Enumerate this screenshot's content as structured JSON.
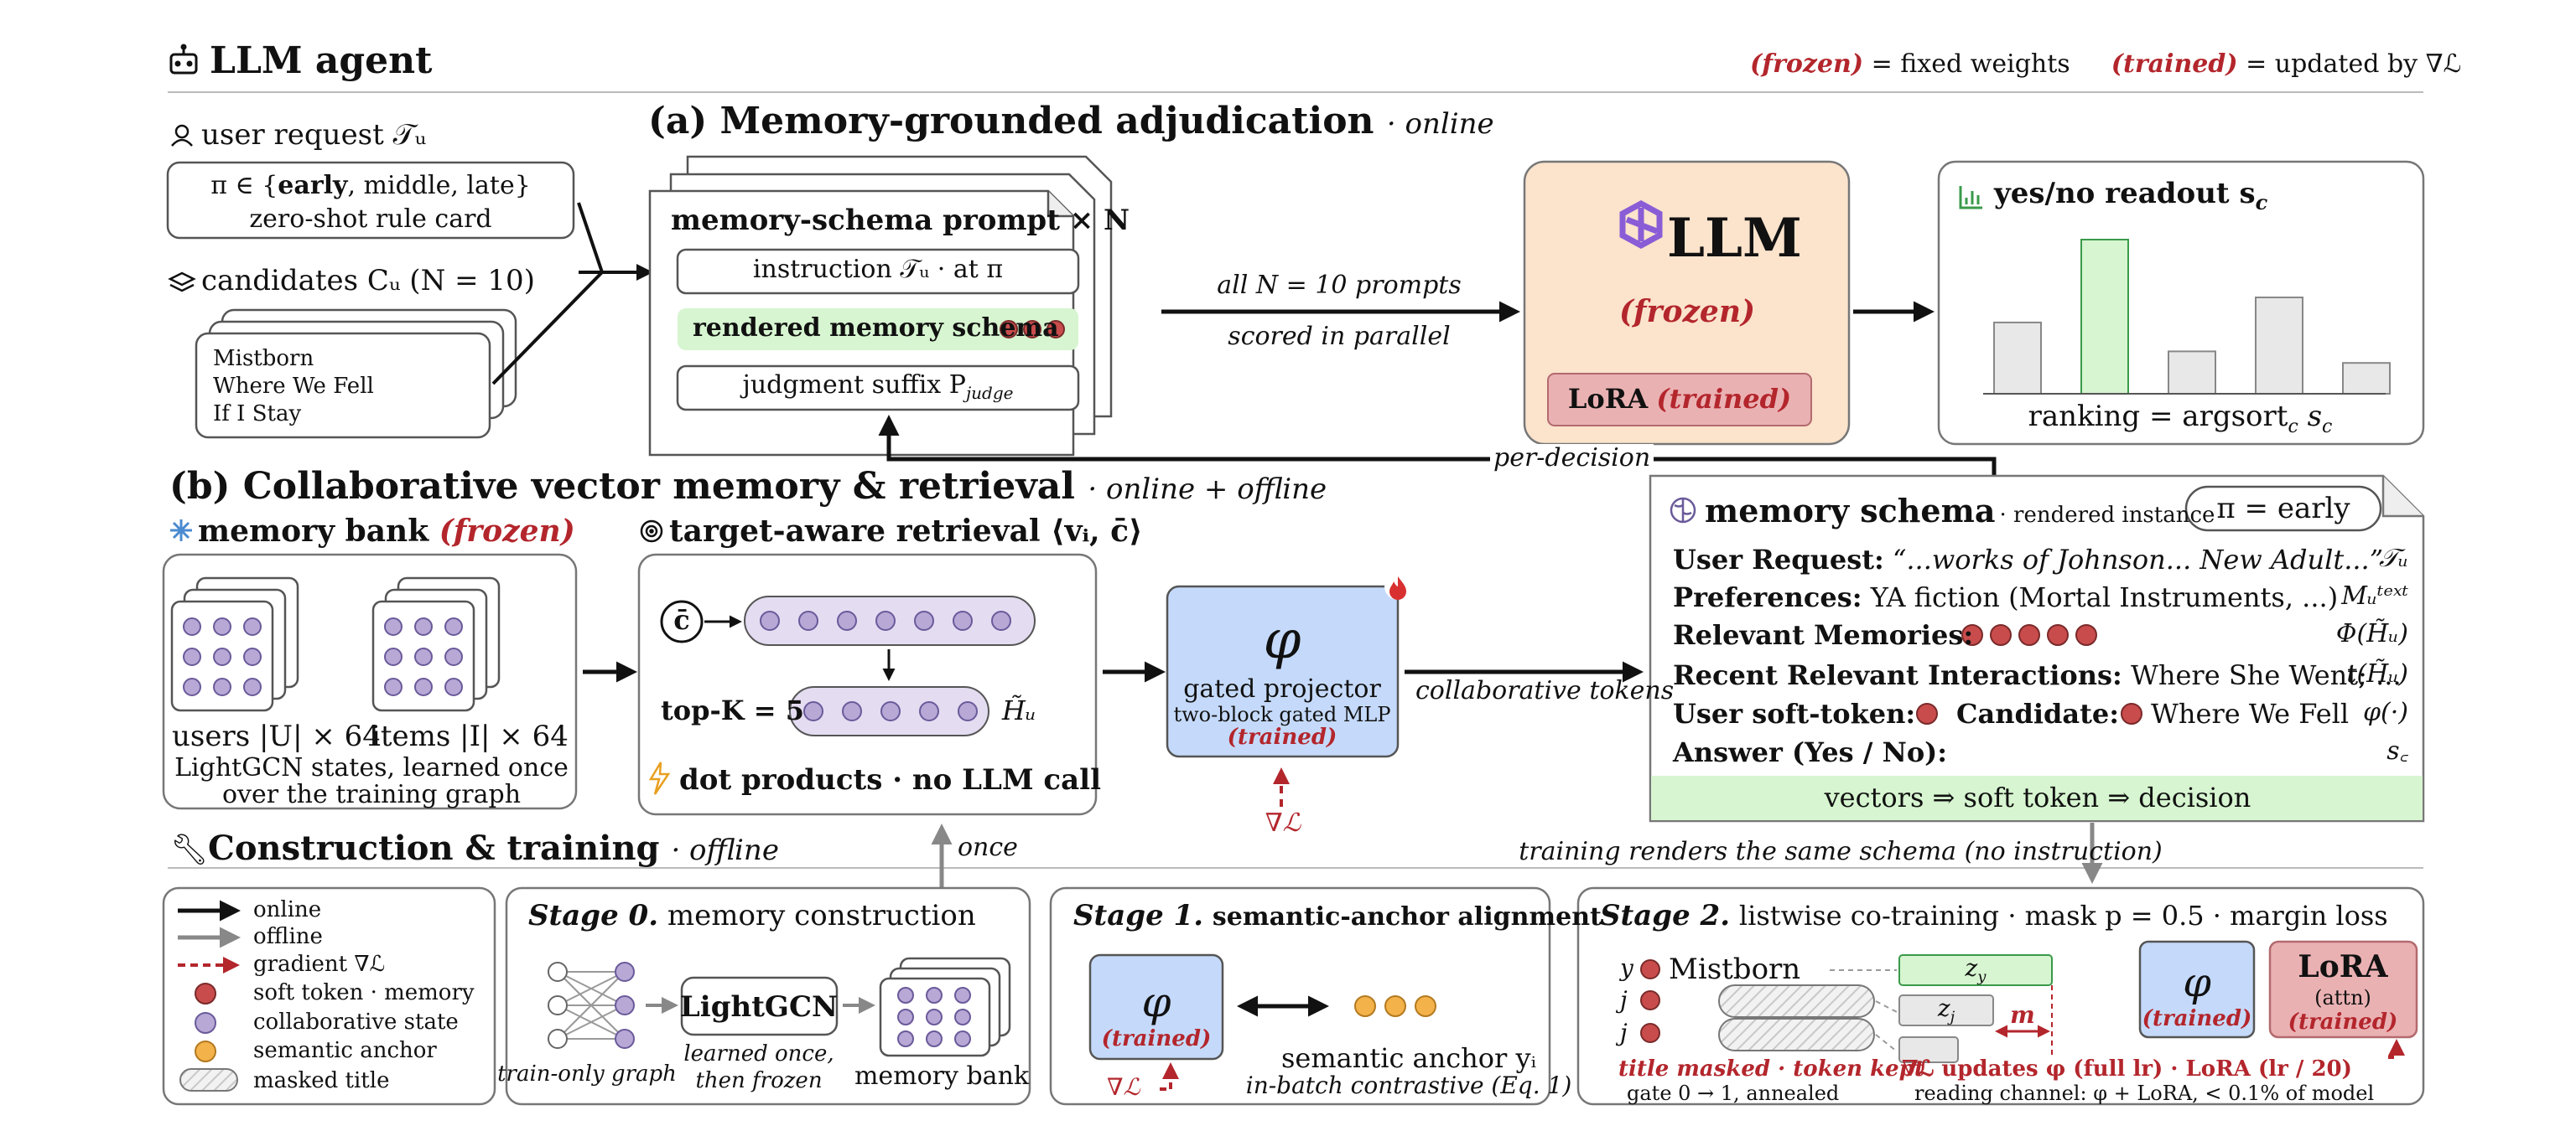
{
  "header": {
    "title": "LLM agent",
    "legend_frozen": "(frozen)",
    "legend_frozen_text": "= fixed weights",
    "legend_trained": "(trained)",
    "legend_trained_text": "= updated by ∇ℒ"
  },
  "section_a": {
    "title": "(a) Memory-grounded adjudication",
    "mode": "· online"
  },
  "section_b": {
    "title": "(b) Collaborative vector memory & retrieval",
    "mode": "· online + offline"
  },
  "section_c": {
    "title": "Construction & training",
    "mode": "· offline"
  },
  "user_request": {
    "label": "user request 𝒯ᵤ",
    "rule_line1_prefix": "π ∈ {",
    "rule_line1_bold": "early",
    "rule_line1_suffix": ", middle, late}",
    "rule_line2": "zero-shot rule card"
  },
  "candidates": {
    "label": "candidates Cᵤ (N = 10)",
    "items": [
      "Mistborn",
      "Where We Fell",
      "If I Stay"
    ]
  },
  "prompt": {
    "title": "memory-schema prompt × N",
    "instruction": "instruction 𝒯ᵤ · at π",
    "memory": "rendered memory schema",
    "suffix": "judgment suffix P",
    "suffix_sub": "judge"
  },
  "arrow_prompts": {
    "line1": "all N = 10 prompts",
    "line2": "scored in parallel"
  },
  "llm": {
    "name": "LLM",
    "frozen": "(frozen)",
    "lora": "LoRA",
    "lora_trained": "(trained)"
  },
  "readout": {
    "title": "yes/no readout s",
    "title_sub": "c",
    "ranking": "ranking = argsort",
    "ranking_sub": "c",
    "ranking_end": "s",
    "ranking_end_sub": "c",
    "bars": [
      0.37,
      0.8,
      0.22,
      0.5,
      0.16
    ]
  },
  "per_decision": "per-decision",
  "memory_bank": {
    "title": "memory bank",
    "frozen": "(frozen)",
    "users": "users |U| × 64",
    "items": "items |I| × 64",
    "caption1": "LightGCN states, learned once",
    "caption2": "over the training graph"
  },
  "retrieval": {
    "title": "target-aware retrieval ⟨vᵢ, c̄⟩",
    "cbar": "c̄",
    "topk": "top-K = 5",
    "hu": "H̃ᵤ",
    "footer": "dot products · no LLM call"
  },
  "projector": {
    "symbol": "φ",
    "name": "gated projector",
    "desc": "two-block gated MLP",
    "trained": "(trained)",
    "grad": "∇ℒ"
  },
  "collab_tokens": "collaborative tokens",
  "schema": {
    "title": "memory schema",
    "title_sub": "· rendered instance",
    "pi": "π = early",
    "rows": [
      {
        "key": "User Request:",
        "val": "“...works of Johnson... New Adult...”",
        "sym": "𝒯ᵤ"
      },
      {
        "key": "Preferences:",
        "val": "YA fiction (Mortal Instruments, ...)",
        "sym": "Mᵤᵗᵉˣᵗ"
      },
      {
        "key": "Relevant Memories:",
        "val": "",
        "sym": "Φ(H̃ᵤ)"
      },
      {
        "key": "Recent Relevant Interactions:",
        "val": "Where She Went; ...",
        "sym": "t(H̃ᵤ)"
      },
      {
        "key": "User soft-token:",
        "val": "",
        "sym": "φ(·)"
      },
      {
        "key": "Answer (Yes / No):",
        "val": "",
        "sym": "s꜀"
      }
    ],
    "candidate_key": "Candidate:",
    "candidate_val": "Where We Fell",
    "footer": "vectors ⇒ soft token ⇒ decision"
  },
  "once": "once",
  "training_note": "training renders the same schema (no instruction)",
  "legend": {
    "items": [
      "online",
      "offline",
      "gradient ∇ℒ",
      "soft token · memory",
      "collaborative state",
      "semantic anchor",
      "masked title"
    ]
  },
  "stage0": {
    "title": "Stage 0.",
    "subtitle": "memory construction",
    "lightgcn": "LightGCN",
    "graph": "train-only graph",
    "learned1": "learned once,",
    "learned2": "then frozen",
    "bank": "memory bank"
  },
  "stage1": {
    "title": "Stage 1.",
    "subtitle": "semantic-anchor alignment",
    "phi": "φ",
    "trained": "(trained)",
    "grad": "∇ℒ",
    "anchor": "semantic anchor yᵢ",
    "contrastive": "in-batch contrastive (Eq. 1)"
  },
  "stage2": {
    "title": "Stage 2.",
    "subtitle": "listwise co-training · mask p = 0.5 · margin loss",
    "y": "y",
    "j": "j",
    "mistborn": "Mistborn",
    "zy": "z",
    "zy_sub": "y",
    "zj": "z",
    "zj_sub": "j",
    "m": "m",
    "phi": "φ",
    "trained": "(trained)",
    "lora": "LoRA",
    "attn": "(attn)",
    "masked": "title masked · token kept",
    "update": "∇ℒ updates φ (full lr) · LoRA (lr / 20)",
    "gate": "gate 0 → 1, annealed",
    "reading": "reading channel: φ + LoRA, < 0.1% of model"
  },
  "colors": {
    "red": "#b3262c",
    "purple": "#b7a8d6",
    "orange": "#f3b24a",
    "green": "#d6f5d0",
    "blue": "#c5dafa",
    "llm_bg": "#fbe3cc",
    "lora_bg": "#eab1b3"
  }
}
